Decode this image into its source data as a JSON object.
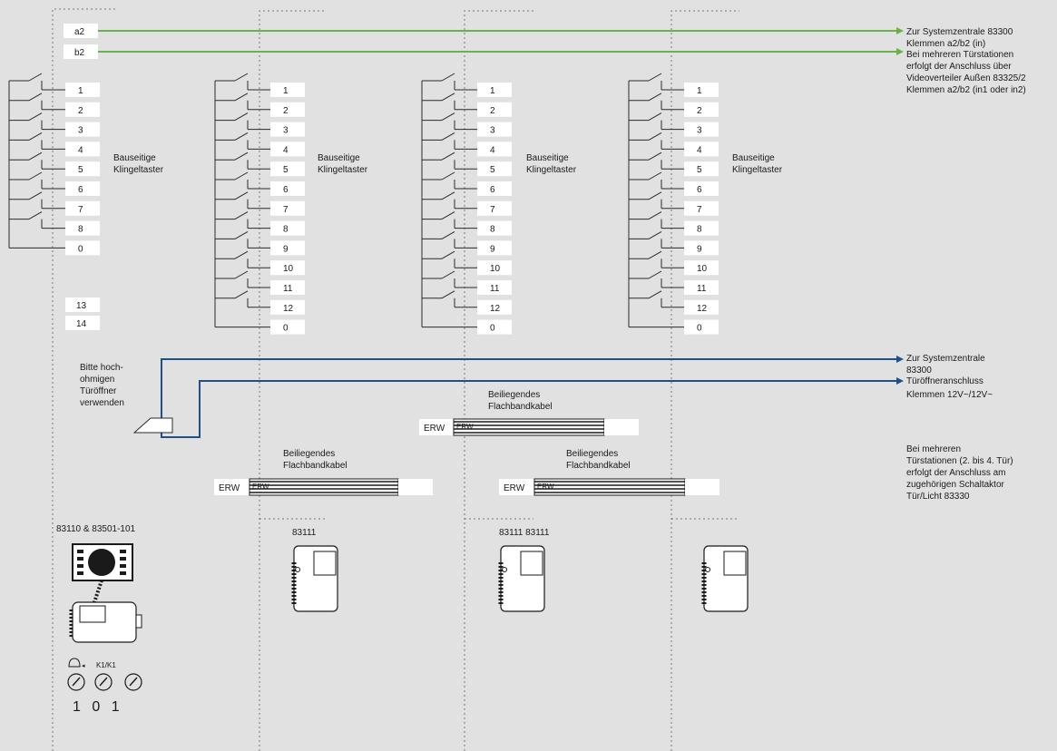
{
  "colors": {
    "background": "#e1e1e1",
    "bus_green": "#6db04a",
    "door_blue": "#1f4f8f",
    "line": "#2a2a2a",
    "terminal_box": "#ffffff"
  },
  "bus_terminals": [
    "a2",
    "b2"
  ],
  "bus_notes": {
    "line1": "Zur Systemzentrale 83300",
    "line2": "Klemmen a2/b2 (in)",
    "line3": "Bei mehreren Türstationen",
    "line4": "erfolgt der Anschluss über",
    "line5": "Videoverteiler Außen 83325/2",
    "line6": "Klemmen a2/b2 (in1 oder in2)"
  },
  "columns": [
    {
      "terminals": [
        "1",
        "2",
        "3",
        "4",
        "5",
        "6",
        "7",
        "8",
        "0"
      ],
      "label_line1": "Bauseitige",
      "label_line2": "Klingeltaster"
    },
    {
      "terminals": [
        "1",
        "2",
        "3",
        "4",
        "5",
        "6",
        "7",
        "8",
        "9",
        "10",
        "11",
        "12",
        "0"
      ],
      "label_line1": "Bauseitige",
      "label_line2": "Klingeltaster"
    },
    {
      "terminals": [
        "1",
        "2",
        "3",
        "4",
        "5",
        "6",
        "7",
        "8",
        "9",
        "10",
        "11",
        "12",
        "0"
      ],
      "label_line1": "Bauseitige",
      "label_line2": "Klingeltaster"
    },
    {
      "terminals": [
        "1",
        "2",
        "3",
        "4",
        "5",
        "6",
        "7",
        "8",
        "9",
        "10",
        "11",
        "12",
        "0"
      ],
      "label_line1": "Bauseitige",
      "label_line2": "Klingeltaster"
    }
  ],
  "extra_terminals": [
    "13",
    "14"
  ],
  "door_opener_note": {
    "line1": "Bitte hoch-",
    "line2": "ohmigen",
    "line3": "Türöffner",
    "line4": "verwenden"
  },
  "system_notes": {
    "line1": "Zur Systemzentrale",
    "line2": "83300",
    "line3": "Türöffneranschluss",
    "line4": "Klemmen 12V~/12V~"
  },
  "multi_station_note": {
    "line1": "Bei mehreren",
    "line2": "Türstationen (2. bis 4. Tür)",
    "line3": "erfolgt der Anschluss am",
    "line4": "zugehörigen Schaltaktor",
    "line5": "Tür/Licht 83330"
  },
  "cables": [
    {
      "label_line1": "Beiliegendes",
      "label_line2": "Flachbandkabel",
      "left_tag": "ERW",
      "strip_tag": "ERW"
    },
    {
      "label_line1": "Beiliegendes",
      "label_line2": "Flachbandkabel",
      "left_tag": "ERW",
      "strip_tag": "ERW"
    },
    {
      "label_line1": "Beiliegendes",
      "label_line2": "Flachbandkabel",
      "left_tag": "ERW",
      "strip_tag": "ERW"
    }
  ],
  "modules": {
    "main": "83110 & 83501-101",
    "col2": "83111",
    "col3": "83111 83111",
    "col4": ""
  },
  "switch_label": "K1/K1",
  "digits": "1 0 1"
}
